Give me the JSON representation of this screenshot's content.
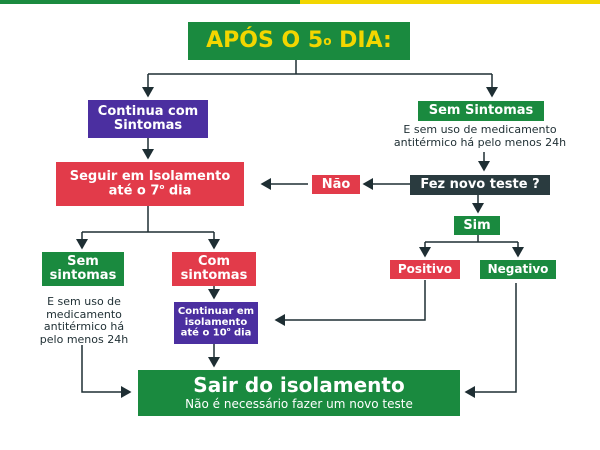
{
  "colors": {
    "green": "#1a8a3f",
    "purple": "#4b2fa0",
    "red": "#e23b4a",
    "dark": "#2a3b3f",
    "yellow": "#f2d600"
  },
  "title": {
    "text": "APÓS O 5",
    "sup": "o",
    "suffix": " DIA:"
  },
  "left_branch": {
    "label": "Continua com Sintomas"
  },
  "right_branch": {
    "label": "Sem Sintomas",
    "note": "E sem uso de medicamento antitérmico há pelo menos 24h"
  },
  "isolation7": {
    "line1": "Seguir em Isolamento",
    "line2_prefix": "até o 7",
    "sup": "o",
    "line2_suffix": " dia"
  },
  "no_label": "Não",
  "new_test": "Fez novo teste ?",
  "yes_label": "Sim",
  "positive": "Positivo",
  "negative": "Negativo",
  "no_symptoms": {
    "label": "Sem sintomas",
    "note": "E sem uso de medicamento antitérmico há pelo menos 24h"
  },
  "with_symptoms": {
    "label": "Com sintomas"
  },
  "isolation10": {
    "line1": "Continuar em",
    "line2": "isolamento",
    "line3_prefix": "até o 10",
    "sup": "o",
    "line3_suffix": " dia"
  },
  "exit": {
    "title": "Sair do isolamento",
    "subtitle": "Não é necessário fazer um novo teste"
  }
}
